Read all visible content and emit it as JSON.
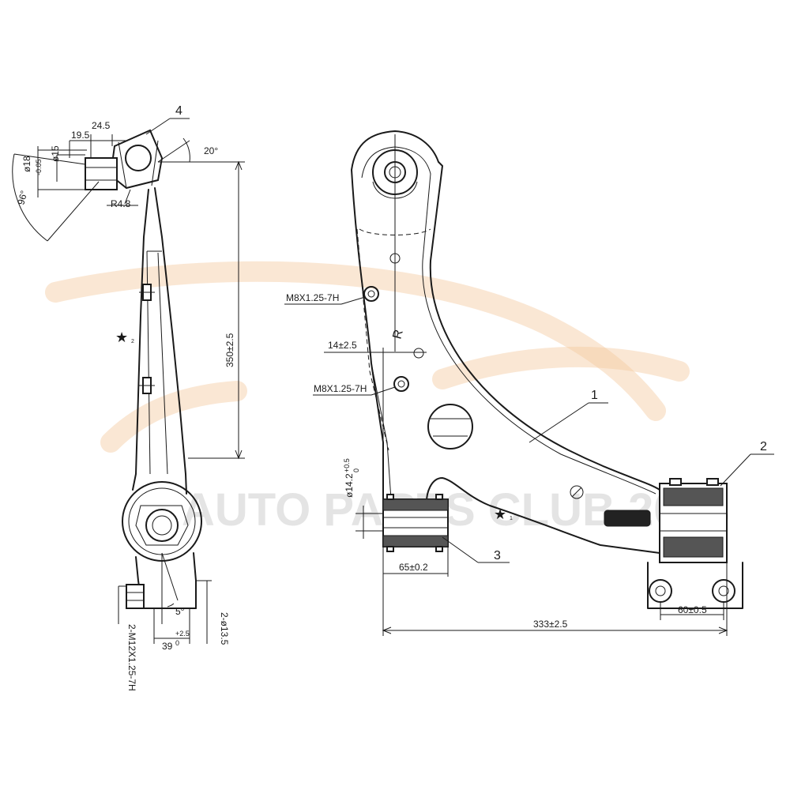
{
  "watermark": {
    "text": "AUTO PARTS CLUB 2013",
    "color": "#f4c9a0"
  },
  "side_view": {
    "angle_top": "20°",
    "dim_19_5": "19.5",
    "dim_24_5": "24.5",
    "dia_15": "ø15",
    "dia_18": "ø18",
    "dia_18_tol": "-0.05",
    "angle_left": "96°",
    "radius": "R4.8",
    "length_350": "350±2.5",
    "angle_bottom": "5°",
    "dim_39": "39",
    "dim_39_tol": "+2.5",
    "dim_39_tol2": "0",
    "holes_13_5": "2-ø13.5",
    "thread_m12": "2-M12X1.25-7H"
  },
  "main_view": {
    "thread_upper": "M8X1.25-7H",
    "thread_lower": "M8X1.25-7H",
    "dim_14": "14±2.5",
    "r_mark": "R",
    "dia_14_2": "ø14.2",
    "dia_14_2_tol": "+0.5",
    "dia_14_2_tol2": "0",
    "dim_65": "65±0.2",
    "dim_60": "60±0.5",
    "dim_333": "333±2.5"
  },
  "callouts": {
    "c1": "1",
    "c2": "2",
    "c3": "3",
    "c4": "4"
  },
  "star_marks": {
    "star_side_sub": "2",
    "star_main_sub": "1"
  }
}
